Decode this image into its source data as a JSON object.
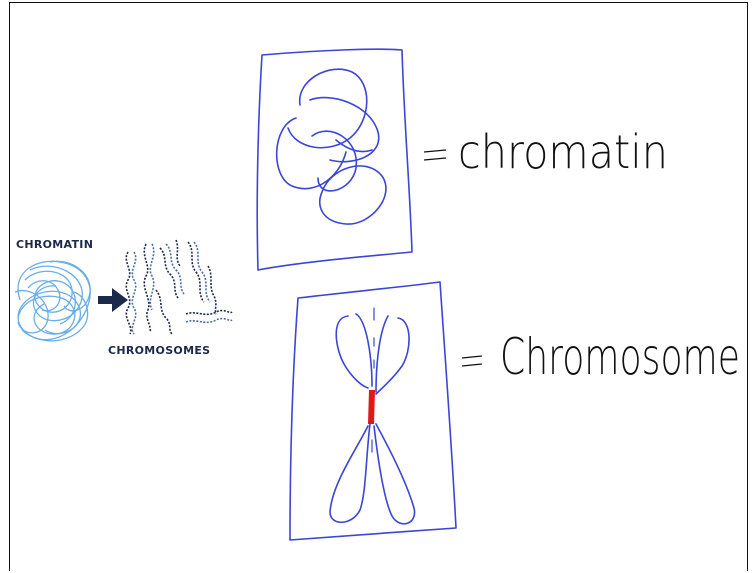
{
  "inset": {
    "chromatin_label": "CHROMATIN",
    "chromosomes_label": "CHROMOSOMES"
  },
  "annotations": {
    "chromatin_word": "chromatin",
    "chromosome_word": "Chromosome"
  },
  "colors": {
    "ink_blue": "#3b45d6",
    "light_blue": "#6aaee8",
    "dark_navy": "#1b2a4a",
    "centromere_red": "#e01818",
    "pen_black": "#111111"
  }
}
